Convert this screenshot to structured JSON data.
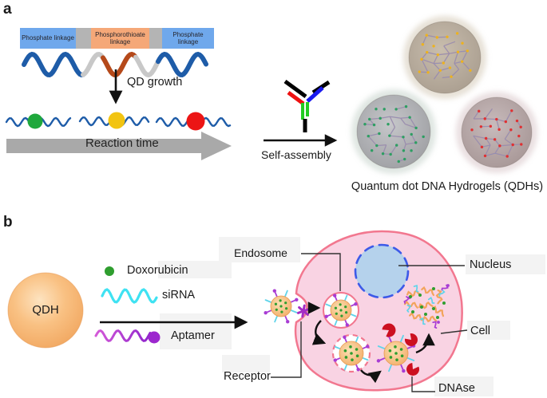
{
  "figure": {
    "panel_a_label": "a",
    "panel_b_label": "b"
  },
  "panel_a": {
    "linkage_segments": [
      {
        "label": "Phosphate linkage"
      },
      {
        "label": "Phosphorothioate linkage"
      },
      {
        "label": "Phosphate linkage"
      }
    ],
    "qd_growth": "QD growth",
    "reaction_time": "Reaction time",
    "self_assembly": "Self-assembly",
    "caption": "Quantum dot DNA Hydrogels (QDHs)"
  },
  "panel_b": {
    "qdh": "QDH",
    "legend": {
      "doxorubicin": "Doxorubicin",
      "sirna": "siRNA",
      "aptamer": "Aptamer"
    },
    "labels": {
      "endosome": "Endosome",
      "nucleus": "Nucleus",
      "cell": "Cell",
      "receptor": "Receptor",
      "dnase": "DNAse"
    }
  },
  "colors": {
    "phosphate_box": "#6FA8EC",
    "phosphorothioate_box": "#F5A878",
    "linker_gray": "#B4B4B4",
    "dna_blue": "#1E5CA8",
    "dna_gray": "#C8C8C8",
    "dna_brown": "#B5491A",
    "qd_green": "#1FA83C",
    "qd_yellow": "#F2C411",
    "qd_red": "#EC1515",
    "reaction_arrow": "#A9A9A9",
    "sphere_yellow_dots": "#EDB21E",
    "sphere_green_dots": "#2D9E62",
    "sphere_red_dots": "#E03032",
    "mesh_pink": "#B2889A",
    "mesh_blue": "#7F94C4",
    "qdh_orange": "#F3A963",
    "sirna_cyan": "#3FE2F2",
    "aptamer_magenta": "#C238D4",
    "aptamer_dot": "#9C27CE",
    "dox_green": "#2F9E2F",
    "cell_fill": "#F9D3E3",
    "cell_stroke": "#F2778F",
    "nucleus_fill": "#B5D2EC",
    "nucleus_stroke": "#3D5AE8",
    "dnase_red": "#CC1020",
    "receptor_purple": "#A32CC4",
    "particle_spike_cyan": "#5FD4EA",
    "particle_spike_purple": "#A83CD4",
    "cargo_orange": "#F2A45C",
    "arrow_black": "#111111"
  }
}
